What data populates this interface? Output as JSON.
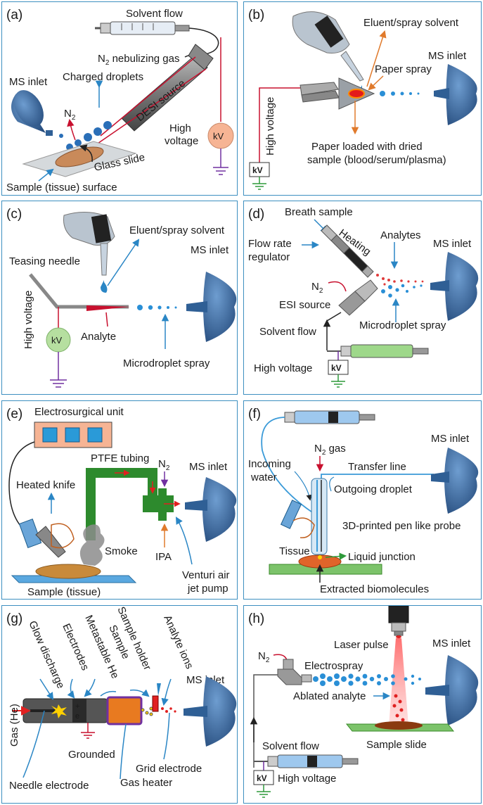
{
  "panels": {
    "a": {
      "tag": "(a)",
      "solvent_flow": "Solvent flow",
      "n2_nebulizing_gas": "N",
      "n2_nebulizing_gas_sub": "2",
      "n2_nebulizing_gas_rest": " nebulizing gas",
      "charged_droplets": "Charged droplets",
      "ms_inlet": "MS inlet",
      "n2": "N",
      "n2_sub": "2",
      "desi_source": "DESI source",
      "high_voltage": "High voltage",
      "high_voltage_l1": "High",
      "high_voltage_l2": "voltage",
      "kv": "kV",
      "glass_slide": "Glass slide",
      "sample_surface": "Sample (tissue) surface"
    },
    "b": {
      "tag": "(b)",
      "eluent": "Eluent/spray solvent",
      "ms_inlet": "MS inlet",
      "paper_spray": "Paper spray",
      "high_voltage": "High voltage",
      "paper_loaded_l1": "Paper loaded with dried",
      "paper_loaded_l2": "sample (blood/serum/plasma)",
      "kv": "kV"
    },
    "c": {
      "tag": "(c)",
      "eluent": "Eluent/spray solvent",
      "teasing_needle": "Teasing needle",
      "ms_inlet": "MS inlet",
      "high_voltage": "High voltage",
      "kv": "kV",
      "analyte": "Analyte",
      "microdroplet_spray": "Microdroplet spray"
    },
    "d": {
      "tag": "(d)",
      "breath_sample": "Breath sample",
      "analytes": "Analytes",
      "flow_rate_l1": "Flow rate",
      "flow_rate_l2": "regulator",
      "heating": "Heating",
      "ms_inlet": "MS inlet",
      "n2": "N",
      "n2_sub": "2",
      "esi_source": "ESI source",
      "solvent_flow": "Solvent flow",
      "microdroplet_spray": "Microdroplet spray",
      "high_voltage": "High voltage",
      "kv": "kV"
    },
    "e": {
      "tag": "(e)",
      "electrosurgical_unit": "Electrosurgical unit",
      "ptfe_tubing": "PTFE tubing",
      "n2": "N",
      "n2_sub": "2",
      "ms_inlet": "MS inlet",
      "heated_knife": "Heated knife",
      "smoke": "Smoke",
      "ipa": "IPA",
      "sample_tissue": "Sample (tissue)",
      "venturi_l1": "Venturi air",
      "venturi_l2": "jet pump"
    },
    "f": {
      "tag": "(f)",
      "ms_inlet": "MS inlet",
      "n2_gas": "N",
      "n2_gas_sub": "2",
      "n2_gas_rest": " gas",
      "incoming_water_l1": "Incoming",
      "incoming_water_l2": "water",
      "transfer_line": "Transfer line",
      "outgoing_droplet": "Outgoing droplet",
      "probe": "3D-printed pen like probe",
      "tissue": "Tissue",
      "liquid_junction": "Liquid junction",
      "extracted_biomolecules": "Extracted biomolecules"
    },
    "g": {
      "tag": "(g)",
      "glow_discharge": "Glow discharge",
      "electrodes": "Electrodes",
      "metastable_he": "Metastable He",
      "sample": "Sample",
      "sample_holder": "Sample holder",
      "analyte_ions": "Analyte ions",
      "ms_inlet": "MS inlet",
      "gas_he": "Gas (He)",
      "grounded": "Grounded",
      "grid_electrode": "Grid electrode",
      "needle_electrode": "Needle electrode",
      "gas_heater": "Gas heater"
    },
    "h": {
      "tag": "(h)",
      "laser_pulse": "Laser pulse",
      "ms_inlet": "MS inlet",
      "n2": "N",
      "n2_sub": "2",
      "electrospray": "Electrospray",
      "ablated_analyte": "Ablated analyte",
      "solvent_flow": "Solvent flow",
      "sample_slide": "Sample slide",
      "high_voltage": "High voltage",
      "kv": "kV"
    }
  },
  "colors": {
    "frame": "#3d8fc0",
    "arrow_blue": "#2a86c5",
    "arrow_orange": "#e07a2c",
    "wire_red": "#c8102e",
    "ground_green": "#2e9a3a",
    "ms_cone": "#2f5f95",
    "droplet": "#2a8fd6",
    "kv_orange": "#f6b494",
    "kv_green": "#b6dfa0",
    "tubing_green": "#2d8a2d",
    "slide_green": "#7cc36a"
  }
}
